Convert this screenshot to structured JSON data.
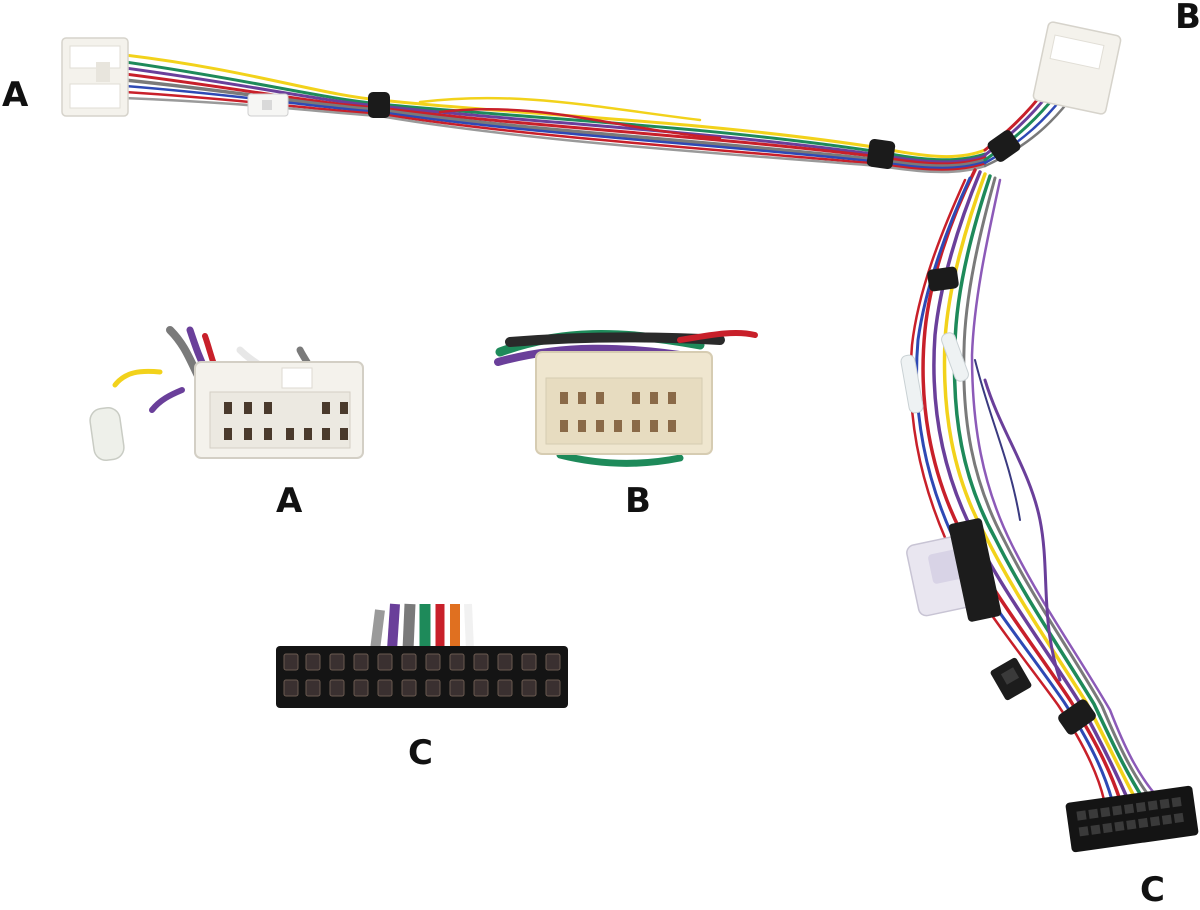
{
  "labels": {
    "main_a": "A",
    "main_b": "B",
    "main_c": "C",
    "detail_a": "A",
    "detail_b": "B",
    "detail_c": "C"
  },
  "colors": {
    "wire_colors": [
      "#c8202a",
      "#1e8a5a",
      "#6a3f9a",
      "#f2d21b",
      "#7a7a7a",
      "#2e49b5",
      "#e07020",
      "#222222",
      "#ffffff"
    ],
    "connector_white": "#f4f2ec",
    "connector_cream": "#efe6cf",
    "connector_black": "#141414"
  }
}
